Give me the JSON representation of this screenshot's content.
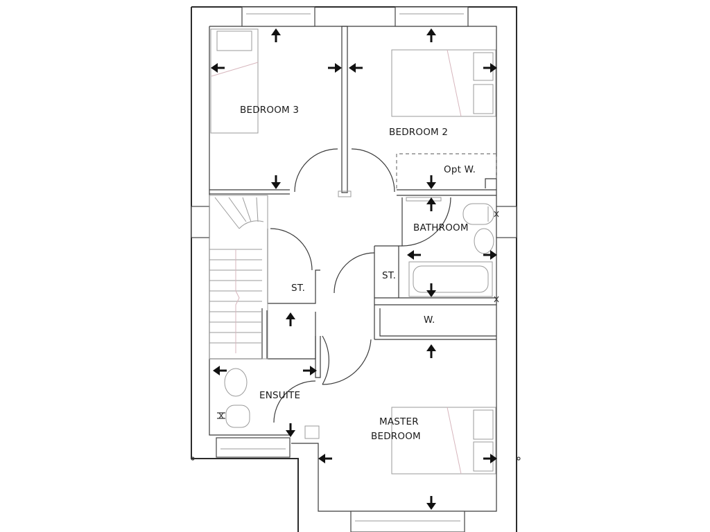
{
  "labels": {
    "bedroom3": "BEDROOM 3",
    "bedroom2": "BEDROOM 2",
    "opt_wardrobe": "Opt W.",
    "bathroom": "BATHROOM",
    "storage_left": "ST.",
    "storage_right": "ST.",
    "wardrobe": "W.",
    "ensuite": "ENSUITE",
    "master_line1": "MASTER",
    "master_line2": "BEDROOM"
  },
  "icons": {
    "dimension_arrow": "arrow-icon",
    "window": "window-icon",
    "door_swing": "door-swing-icon"
  }
}
